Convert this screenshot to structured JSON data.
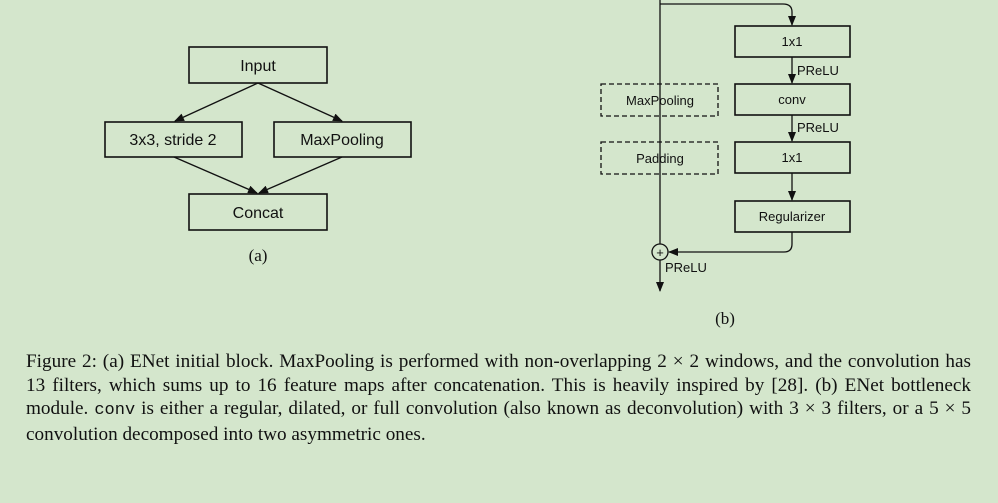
{
  "panel_a": {
    "input_label": "Input",
    "conv_label": "3x3, stride 2",
    "maxpool_label": "MaxPooling",
    "concat_label": "Concat",
    "sublabel": "(a)"
  },
  "panel_b": {
    "maxpool_label": "MaxPooling",
    "padding_label": "Padding",
    "conv1x1_top_label": "1x1",
    "conv_label": "conv",
    "conv1x1_bottom_label": "1x1",
    "regularizer_label": "Regularizer",
    "prelu_1": "PReLU",
    "prelu_2": "PReLU",
    "prelu_out": "PReLU",
    "add_symbol": "+",
    "sublabel": "(b)"
  },
  "caption": {
    "part1": "Figure 2: (a) ENet initial block. MaxPooling is performed with non-overlapping 2 × 2 windows, and the convolution has 13 filters, which sums up to 16 feature maps after concatenation. This is heavily inspired by [28]. (b) ENet bottleneck module.",
    "code": "conv",
    "part2": "is either a regular, dilated, or full convolution (also known as deconvolution) with 3 × 3 filters, or a 5 × 5 convolution decomposed into two asymmetric ones."
  }
}
